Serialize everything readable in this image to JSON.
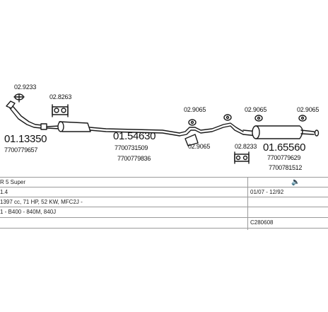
{
  "parts": [
    {
      "id": "clamp1",
      "code": "02.9233"
    },
    {
      "id": "clamp2",
      "code": "02.8263"
    },
    {
      "id": "front-pipe",
      "code": "01.13350",
      "ref1": "7700779657"
    },
    {
      "id": "middle-silencer",
      "code": "01.54630",
      "ref1": "7700731509",
      "ref2": "7700779836"
    },
    {
      "id": "hanger1",
      "code": "02.9065"
    },
    {
      "id": "hanger2",
      "code": "02.9065"
    },
    {
      "id": "hanger3",
      "code": "02.9065"
    },
    {
      "id": "hanger4",
      "code": "02.9065"
    },
    {
      "id": "clamp3",
      "code": "02.8233"
    },
    {
      "id": "rear-silencer",
      "code": "01.65560",
      "ref1": "7700779629",
      "ref2": "7700781512"
    }
  ],
  "table": {
    "model": "R 5 Super",
    "engine": "1.4",
    "date_range": "01/07 - 12/92",
    "spec": "1397 cc, 71 HP, 52 KW, MFC2J -",
    "type": "1 -  B400 - 840M, 840J",
    "catalog_code": "C280608"
  },
  "colors": {
    "line": "#1a1a1a",
    "fill": "#ffffff",
    "grid": "#9a9a9a"
  }
}
